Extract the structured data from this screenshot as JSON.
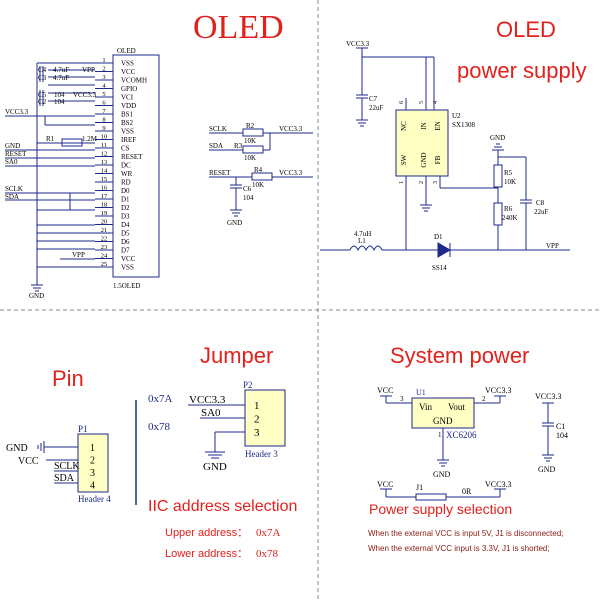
{
  "sections": {
    "oled": "OLED",
    "oled_power_title_1": "OLED",
    "oled_power_title_2": "power supply",
    "pin": "Pin",
    "jumper": "Jumper",
    "system_power": "System power",
    "iic_address_selection": "IIC address selection",
    "power_supply_selection": "Power supply selection"
  },
  "oled_module": {
    "title": "OLED",
    "footer": "1.5OLED",
    "pins": [
      {
        "num": "1",
        "name": "VSS"
      },
      {
        "num": "2",
        "name": "VCC"
      },
      {
        "num": "3",
        "name": "VCOMH"
      },
      {
        "num": "4",
        "name": "GPIO"
      },
      {
        "num": "5",
        "name": "VCI"
      },
      {
        "num": "6",
        "name": "VDD"
      },
      {
        "num": "7",
        "name": "BS1"
      },
      {
        "num": "8",
        "name": "BS2"
      },
      {
        "num": "9",
        "name": "VSS"
      },
      {
        "num": "10",
        "name": "IREF"
      },
      {
        "num": "11",
        "name": "CS"
      },
      {
        "num": "12",
        "name": "RESET"
      },
      {
        "num": "13",
        "name": "DC"
      },
      {
        "num": "14",
        "name": "WR"
      },
      {
        "num": "15",
        "name": "RD"
      },
      {
        "num": "16",
        "name": "D0"
      },
      {
        "num": "17",
        "name": "D1"
      },
      {
        "num": "18",
        "name": "D2"
      },
      {
        "num": "19",
        "name": "D3"
      },
      {
        "num": "20",
        "name": "D4"
      },
      {
        "num": "21",
        "name": "D5"
      },
      {
        "num": "22",
        "name": "D6"
      },
      {
        "num": "23",
        "name": "D7"
      },
      {
        "num": "24",
        "name": "VCC"
      },
      {
        "num": "25",
        "name": "VSS"
      }
    ],
    "caps": [
      {
        "ref": "C4",
        "value": "4.7uF"
      },
      {
        "ref": "C3",
        "value": "4.7uF"
      },
      {
        "ref": "C5",
        "value": "104"
      },
      {
        "ref": "C2",
        "value": "104"
      }
    ],
    "r1": {
      "ref": "R1",
      "value": "1.2M"
    },
    "nets": {
      "vpp": "VPP",
      "vcc33_pin5": "VCC3.3",
      "vcc33_left": "VCC3.3",
      "gnd": "GND",
      "cs": "GND",
      "reset": "RESET",
      "sa0": "SA0",
      "sclk": "SCLK",
      "sda": "SDA",
      "vpp_bottom": "VPP",
      "gnd_bottom": "GND"
    }
  },
  "pullups": {
    "r2": {
      "ref": "R2",
      "value": "10K",
      "net_left": "SCLK",
      "net_right": "VCC3.3"
    },
    "r3": {
      "ref": "R3",
      "value": "10K",
      "net_left": "SDA"
    },
    "r4": {
      "ref": "R4",
      "value": "10K",
      "net_left": "RESET",
      "net_right": "VCC3.3"
    },
    "c6": {
      "ref": "C6",
      "value": "104"
    },
    "gnd": "GND"
  },
  "power_supply": {
    "vcc33": "VCC3.3",
    "c7": {
      "ref": "C7",
      "value": "22uF"
    },
    "u2": {
      "ref": "U2",
      "part": "SX1308"
    },
    "pins": [
      {
        "num": "6",
        "name": "NC"
      },
      {
        "num": "5",
        "name": "IN"
      },
      {
        "num": "4",
        "name": "EN"
      },
      {
        "num": "1",
        "name": "SW"
      },
      {
        "num": "2",
        "name": "GND"
      },
      {
        "num": "3",
        "name": "FB"
      }
    ],
    "r5": {
      "ref": "R5",
      "value": "10K"
    },
    "r6": {
      "ref": "R6",
      "value": "240K"
    },
    "c8": {
      "ref": "C8",
      "value": "22uF"
    },
    "l1": {
      "ref": "L1",
      "value": "4.7uH"
    },
    "d1": {
      "ref": "D1",
      "part": "SS14"
    },
    "vpp": "VPP",
    "gnd": "GND"
  },
  "pin_header": {
    "ref": "P1",
    "footer": "Header 4",
    "pins": [
      "1",
      "2",
      "3",
      "4"
    ],
    "nets": [
      "GND",
      "VCC",
      "SCLK",
      "SDA"
    ]
  },
  "jumper_header": {
    "ref": "P2",
    "footer": "Header 3",
    "pins": [
      "1",
      "2",
      "3"
    ],
    "nets": [
      "VCC3.3",
      "SA0"
    ],
    "gnd": "GND",
    "addr_top": "0x7A",
    "addr_bottom": "0x78"
  },
  "iic": {
    "upper_label": "Upper address：",
    "upper_value": "0x7A",
    "lower_label": "Lower address：",
    "lower_value": "0x78"
  },
  "system_power": {
    "u1": {
      "ref": "U1",
      "part": "XC6206",
      "vin": "Vin",
      "vout": "Vout",
      "gnd": "GND",
      "pin3": "3",
      "pin2": "2",
      "pin1": "1"
    },
    "vcc_in": "VCC",
    "vcc33_out": "VCC3.3",
    "gnd": "GND",
    "c1": {
      "ref": "C1",
      "value": "104",
      "net": "VCC3.3"
    },
    "c1_gnd": "GND",
    "j1": {
      "ref": "J1",
      "value": "0R",
      "net_left": "VCC",
      "net_right": "VCC3.3"
    },
    "note_1": "When the external VCC is input 5V, J1 is disconnected;",
    "note_2": "When the external VCC input is 3.3V, J1 is shorted;"
  },
  "colors": {
    "title_red": "#e3211c",
    "body_blue": "#1c2a8c",
    "dark_red": "#8b1a10",
    "ic_fill": "#ffffc4",
    "header_fill": "#ffffc4",
    "divider": "#888888"
  }
}
